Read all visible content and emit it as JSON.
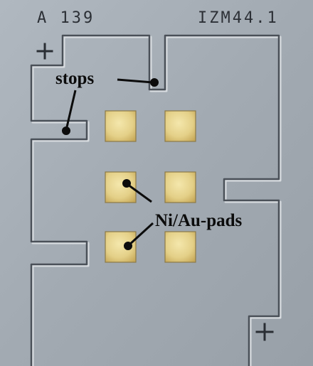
{
  "image": {
    "chip_id_left": "A 139",
    "chip_id_right": "IZM44.1",
    "annotations": {
      "stops": "stops",
      "pads": "Ni/Au-pads"
    },
    "icons": {
      "alignment_marks": [
        "plus-icon",
        "plus-icon"
      ]
    },
    "colors": {
      "substrate": "#a4acb4",
      "trench_shadow": "#4a5058",
      "trench_highlight": "#d4d8dc",
      "pad_gold": "#e6d48a",
      "annotation_ink": "#0c0c0c"
    }
  }
}
